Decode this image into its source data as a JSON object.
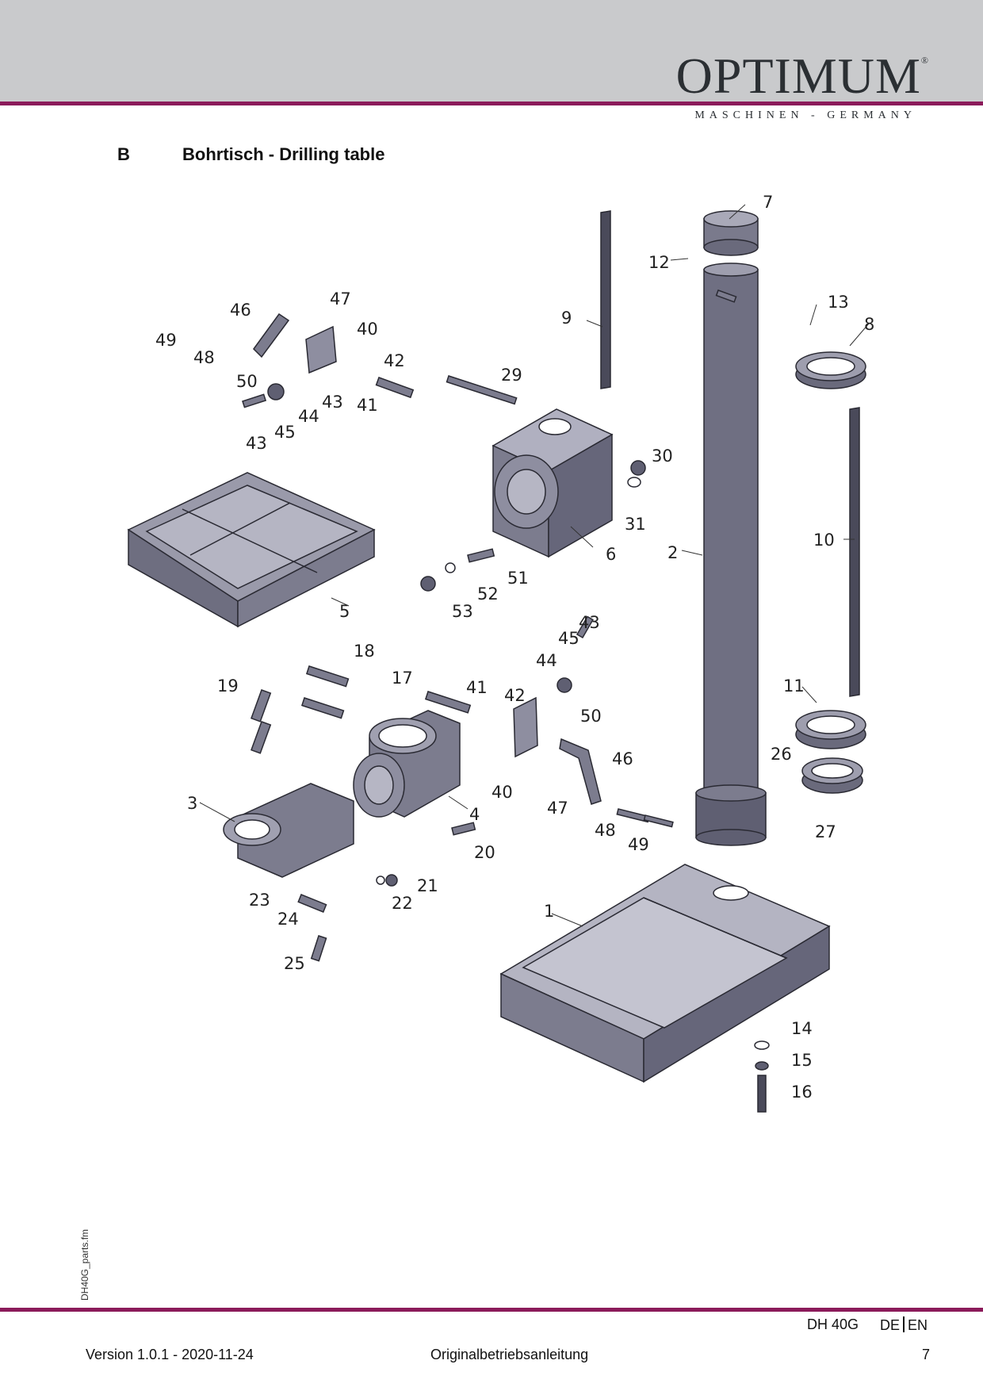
{
  "header": {
    "brand": "OPTIMUM",
    "brand_mark": "®",
    "brand_sub": "MASCHINEN - GERMANY"
  },
  "section": {
    "letter": "B",
    "title": "Bohrtisch - Drilling table"
  },
  "diagram": {
    "callouts": [
      "1",
      "2",
      "3",
      "4",
      "5",
      "6",
      "7",
      "8",
      "9",
      "10",
      "11",
      "12",
      "13",
      "14",
      "15",
      "16",
      "17",
      "18",
      "19",
      "20",
      "21",
      "22",
      "23",
      "24",
      "25",
      "26",
      "27",
      "29",
      "30",
      "31",
      "40",
      "40",
      "41",
      "41",
      "42",
      "42",
      "43",
      "43",
      "43",
      "44",
      "44",
      "45",
      "45",
      "46",
      "46",
      "47",
      "47",
      "48",
      "48",
      "49",
      "49",
      "50",
      "50",
      "51",
      "52",
      "53"
    ]
  },
  "sidebar": {
    "filename": "DH40G_parts.fm"
  },
  "footer": {
    "model": "DH 40G",
    "lang_de": "DE",
    "lang_en": "EN",
    "version": "Version 1.0.1 - 2020-11-24",
    "doc_type": "Originalbetriebsanleitung",
    "page": "7"
  }
}
